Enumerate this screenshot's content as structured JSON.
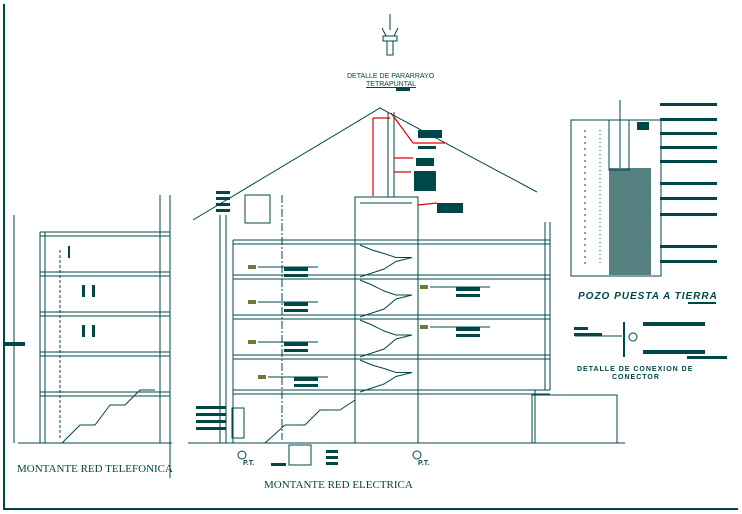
{
  "colors": {
    "line": "#004848",
    "accent": "#e00000",
    "fixture": "#6b7a3a"
  },
  "pararrayo": {
    "line1": "DETALLE DE PARARRAYO",
    "line2": "TETRAPUNTAL"
  },
  "pozo": {
    "title": "POZO PUESTA A TIERRA"
  },
  "conexion": {
    "line1": "DETALLE DE CONEXION DE",
    "line2": "CONECTOR"
  },
  "ground_labels": [
    "P.T.",
    "P.T."
  ],
  "titles": {
    "telefonica": "MONTANTE RED TELEFONICA",
    "electrica": "MONTANTE RED ELECTRICA"
  }
}
